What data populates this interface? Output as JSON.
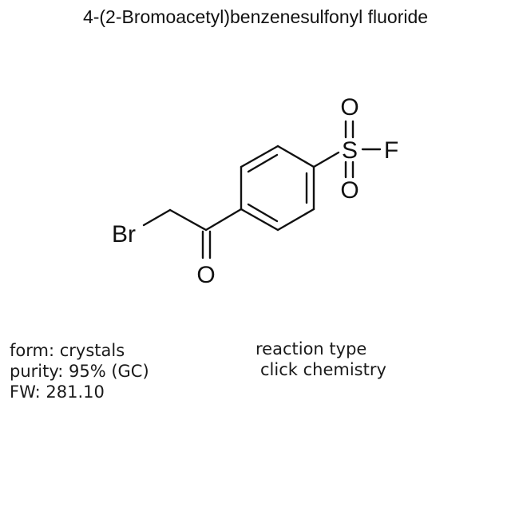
{
  "title": "4-(2-Bromoacetyl)benzenesulfonyl fluoride",
  "structure": {
    "atoms": {
      "br": "Br",
      "o_carbonyl": "O",
      "s": "S",
      "f": "F",
      "o_top": "O",
      "o_bottom": "O"
    }
  },
  "properties": {
    "form": "form: crystals",
    "purity": "purity: 95% (GC)",
    "fw": "FW: 281.10"
  },
  "reaction": {
    "label": "reaction type",
    "value": "click chemistry"
  }
}
